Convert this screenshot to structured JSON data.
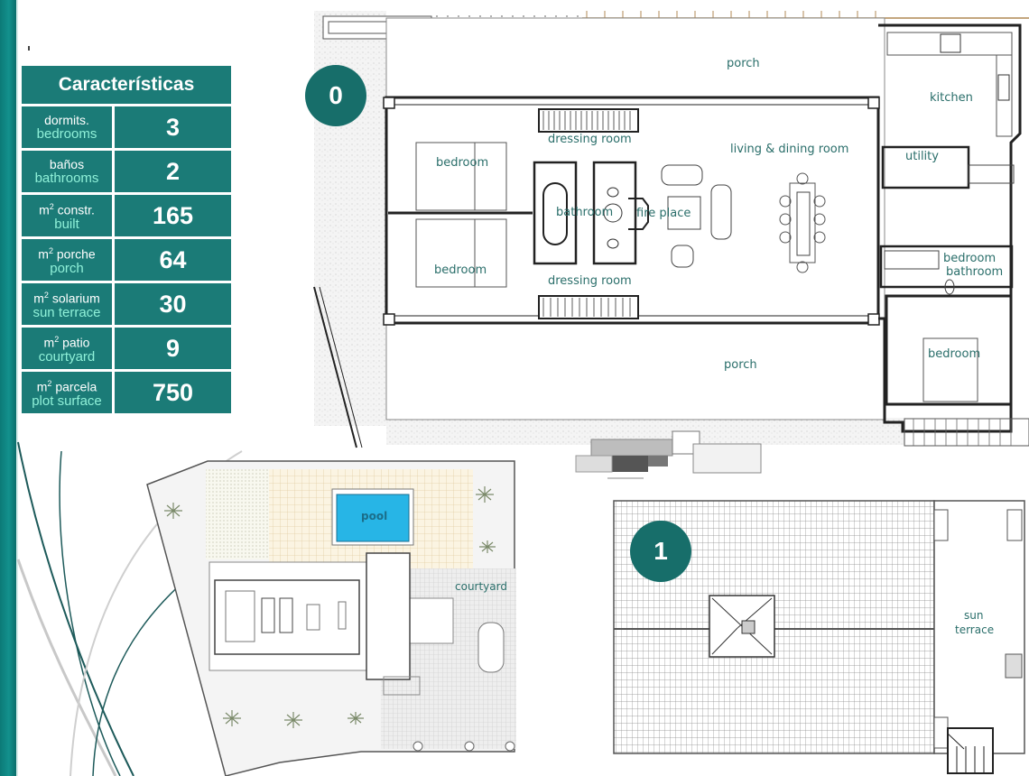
{
  "spec_table": {
    "title": "Características",
    "rows": [
      {
        "es": "dormits.",
        "en": "bedrooms",
        "value": "3"
      },
      {
        "es": "baños",
        "en": "bathrooms",
        "value": "2"
      },
      {
        "es_prefix": "m",
        "es_sup": "2",
        "es": " constr.",
        "en": "built",
        "value": "165"
      },
      {
        "es_prefix": "m",
        "es_sup": "2",
        "es": " porche",
        "en": "porch",
        "value": "64"
      },
      {
        "es_prefix": "m",
        "es_sup": "2",
        "es": " solarium",
        "en": "sun terrace",
        "value": "30"
      },
      {
        "es_prefix": "m",
        "es_sup": "2",
        "es": " patio",
        "en": "courtyard",
        "value": "9"
      },
      {
        "es_prefix": "m",
        "es_sup": "2",
        "es": " parcela",
        "en": "plot surface",
        "value": "750"
      }
    ]
  },
  "ground_floor": {
    "badge": "0",
    "labels": {
      "porch_top": "porch",
      "kitchen": "kitchen",
      "dressing_top": "dressing room",
      "living": "living & dining room",
      "utility": "utility",
      "bedroom_top": "bedroom",
      "bathroom": "bathroom",
      "fireplace": "fire place",
      "bedroom_bottom": "bedroom",
      "dressing_bottom": "dressing room",
      "bedroom_bathroom_1": "bedroom",
      "bedroom_bathroom_2": "bathroom",
      "porch_bottom": "porch",
      "bedroom_right": "bedroom"
    }
  },
  "site_plan": {
    "labels": {
      "pool": "pool",
      "courtyard": "courtyard"
    }
  },
  "first_floor": {
    "badge": "1",
    "labels": {
      "sun_terrace_1": "sun",
      "sun_terrace_2": "terrace"
    }
  },
  "colors": {
    "teal": "#1b7b77",
    "teal_dark": "#176e6a",
    "label_teal": "#2a6e6a",
    "mint": "#8ff0d8",
    "pool": "#27b5e6"
  }
}
